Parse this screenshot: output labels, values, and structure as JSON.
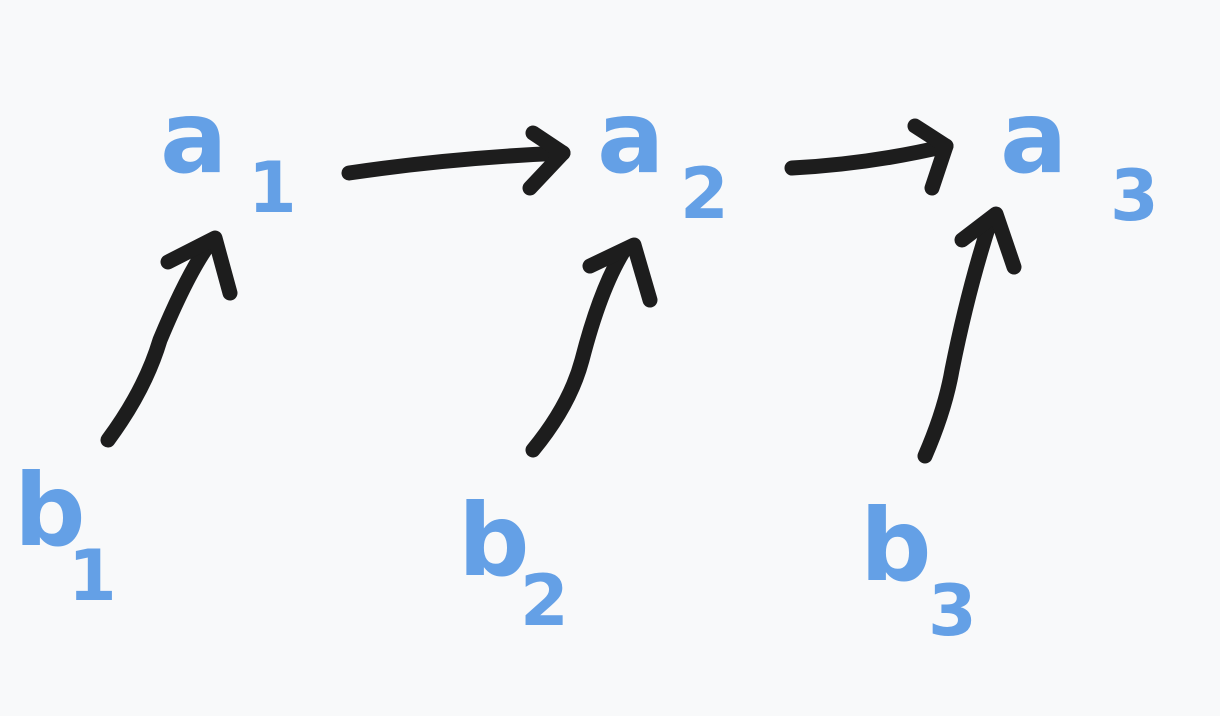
{
  "nodes": [
    {
      "id": "a1",
      "letter": "a",
      "subscript": "1"
    },
    {
      "id": "a2",
      "letter": "a",
      "subscript": "2"
    },
    {
      "id": "a3",
      "letter": "a",
      "subscript": "3"
    },
    {
      "id": "b1",
      "letter": "b",
      "subscript": "1"
    },
    {
      "id": "b2",
      "letter": "b",
      "subscript": "2"
    },
    {
      "id": "b3",
      "letter": "b",
      "subscript": "3"
    }
  ],
  "edges": [
    {
      "from": "a1",
      "to": "a2"
    },
    {
      "from": "a2",
      "to": "a3"
    },
    {
      "from": "b1",
      "to": "a1"
    },
    {
      "from": "b2",
      "to": "a2"
    },
    {
      "from": "b3",
      "to": "a3"
    }
  ],
  "colors": {
    "node_text": "#64a0e6",
    "arrow": "#1d1d1d",
    "background": "#f8f9fa"
  }
}
